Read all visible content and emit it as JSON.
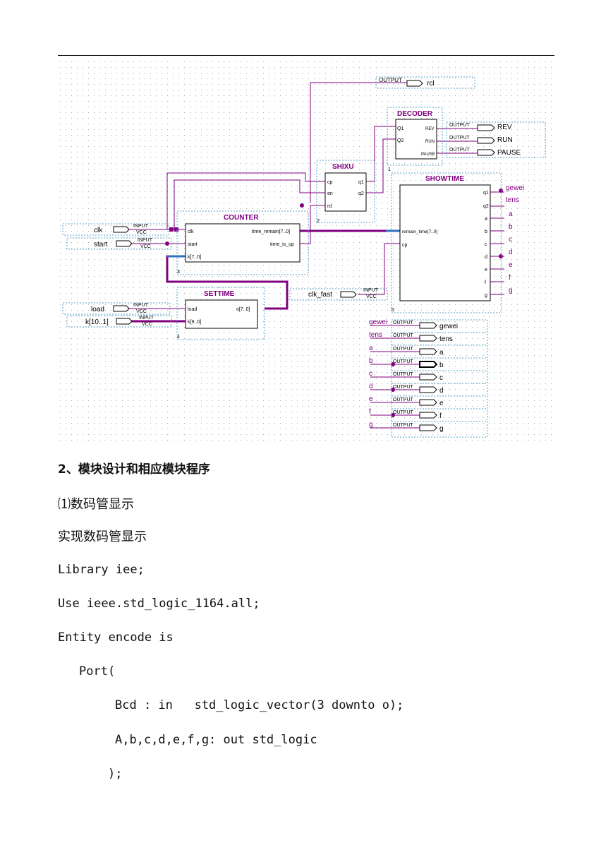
{
  "schematic": {
    "blocks": {
      "decoder": {
        "title": "DECODER",
        "inputs": [
          "Q1",
          "Q2"
        ],
        "outputs": [
          "REV",
          "RUN",
          "PAUSE"
        ],
        "tag": "1"
      },
      "shixu": {
        "title": "SHIXU",
        "inputs": [
          "cp",
          "en",
          "rd"
        ],
        "outputs": [
          "q1",
          "q2"
        ],
        "tag": "2"
      },
      "counter": {
        "title": "COUNTER",
        "inputs": [
          "clk",
          "start",
          "k[7..0]"
        ],
        "outputs": [
          "time_remain[7..0]",
          "time_is_up"
        ],
        "tag": "3"
      },
      "settime": {
        "title": "SETTIME",
        "inputs": [
          "load",
          "k[9..0]"
        ],
        "outputs": [
          "o[7..0]"
        ],
        "tag": "4"
      },
      "showtime": {
        "title": "SHOWTIME",
        "inputs": [
          "remain_time[7..0]",
          "cp"
        ],
        "outputs": [
          "q1",
          "q2",
          "a",
          "b",
          "c",
          "d",
          "e",
          "f",
          "g"
        ],
        "tag": "5"
      }
    },
    "input_pins": [
      {
        "name": "clk",
        "type": "INPUT",
        "sub": "VCC"
      },
      {
        "name": "start",
        "type": "INPUT",
        "sub": "VCC"
      },
      {
        "name": "load",
        "type": "INPUT",
        "sub": "VCC"
      },
      {
        "name": "k[10..1]",
        "type": "INPUT",
        "sub": "VCC"
      },
      {
        "name": "clk_fast",
        "type": "INPUT",
        "sub": "VCC"
      }
    ],
    "output_pin_type": "OUTPUT",
    "top_output": "rcl",
    "decoder_outputs": [
      "REV",
      "RUN",
      "PAUSE"
    ],
    "showtime_net_labels": [
      "gewei",
      "tens",
      "a",
      "b",
      "c",
      "d",
      "e",
      "f",
      "g"
    ],
    "bottom_outputs": [
      {
        "net": "gewei",
        "pin": "gewei"
      },
      {
        "net": "tens",
        "pin": "tens"
      },
      {
        "net": "a",
        "pin": "a"
      },
      {
        "net": "b",
        "pin": "b"
      },
      {
        "net": "c",
        "pin": "c"
      },
      {
        "net": "d",
        "pin": "d"
      },
      {
        "net": "e",
        "pin": "e"
      },
      {
        "net": "f",
        "pin": "f"
      },
      {
        "net": "g",
        "pin": "g"
      }
    ]
  },
  "doc": {
    "heading": "2、模块设计和相应模块程序",
    "sub": "⑴数码管显示",
    "desc": "实现数码管显示",
    "code": [
      "Library iee;",
      "Use ieee.std_logic_1164.all;",
      "Entity encode is",
      "Port(",
      "Bcd : in   std_logic_vector(3 downto o);",
      "A,b,c,d,e,f,g: out std_logic",
      ");"
    ]
  },
  "colors": {
    "wire": "#800080",
    "bus": "#3070c0",
    "dotted": "#5aa0c8",
    "grid": "#b8b8b8"
  }
}
